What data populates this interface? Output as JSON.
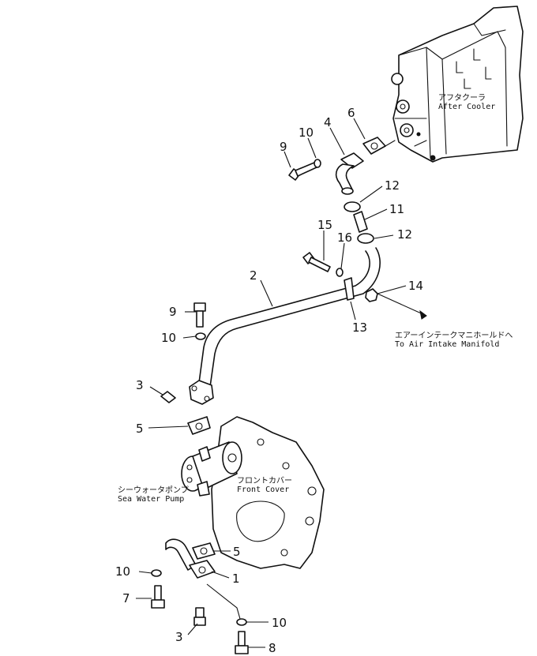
{
  "callouts": {
    "c1": "1",
    "c2": "2",
    "c3a": "3",
    "c3b": "3",
    "c4": "4",
    "c5a": "5",
    "c5b": "5",
    "c6": "6",
    "c7": "7",
    "c8": "8",
    "c9a": "9",
    "c9b": "9",
    "c10a": "10",
    "c10b": "10",
    "c10c": "10",
    "c10d": "10",
    "c11": "11",
    "c12a": "12",
    "c12b": "12",
    "c13": "13",
    "c14": "14",
    "c15": "15",
    "c16": "16"
  },
  "labels": {
    "after_cooler_jp": "アフタクーラ",
    "after_cooler_en": "After Cooler",
    "air_intake_jp": "エアーインテークマニホールドへ",
    "air_intake_en": "To Air Intake Manifold",
    "front_cover_jp": "フロントカバー",
    "front_cover_en": "Front Cover",
    "sea_pump_jp": "シーウォータポンプ",
    "sea_pump_en": "Sea Water Pump"
  }
}
